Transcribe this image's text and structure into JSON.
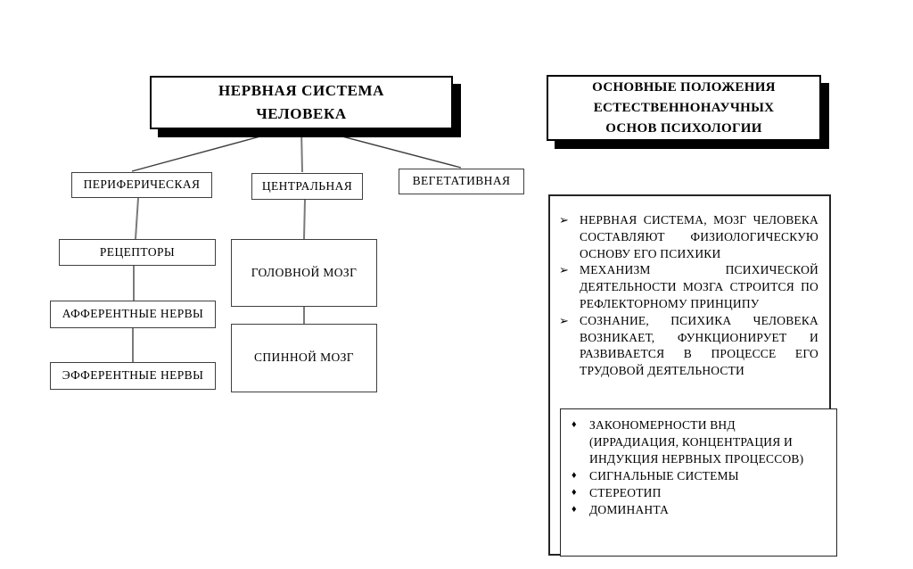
{
  "org_chart": {
    "root": {
      "line1": "НЕРВНАЯ СИСТЕМА",
      "line2": "ЧЕЛОВЕКА"
    },
    "branches": [
      {
        "label": "ПЕРИФЕРИЧЕСКАЯ"
      },
      {
        "label": "ЦЕНТРАЛЬНАЯ"
      },
      {
        "label": "ВЕГЕТАТИВНАЯ"
      }
    ],
    "peripheral_children": [
      {
        "label": "РЕЦЕПТОРЫ"
      },
      {
        "label": "АФФЕРЕНТНЫЕ НЕРВЫ"
      },
      {
        "label": "ЭФФЕРЕНТНЫЕ НЕРВЫ"
      }
    ],
    "central_children": [
      {
        "label": "ГОЛОВНОЙ МОЗГ"
      },
      {
        "label": "СПИННОЙ МОЗГ"
      }
    ]
  },
  "right_panel": {
    "title": {
      "line1": "ОСНОВНЫЕ ПОЛОЖЕНИЯ",
      "line2": "ЕСТЕСТВЕННОНАУЧНЫХ",
      "line3": "ОСНОВ ПСИХОЛОГИИ"
    },
    "arrow_bullet": "➢",
    "diamond_bullet": "♦",
    "statements": [
      "НЕРВНАЯ СИСТЕМА, МОЗГ ЧЕЛОВЕКА СОСТАВЛЯЮТ ФИЗИОЛОГИЧЕСКУЮ ОСНОВУ ЕГО ПСИХИКИ",
      "МЕХАНИЗМ ПСИХИЧЕСКОЙ ДЕЯТЕЛЬНОСТИ МОЗГА СТРОИТСЯ ПО РЕФЛЕКТОРНОМУ ПРИНЦИПУ",
      "СОЗНАНИЕ, ПСИХИКА ЧЕЛОВЕКА ВОЗНИКАЕТ, ФУНКЦИОНИРУЕТ И РАЗВИВАЕТСЯ В ПРОЦЕССЕ ЕГО ТРУДОВОЙ ДЕЯТЕЛЬНОСТИ"
    ],
    "concepts": [
      "ЗАКОНОМЕРНОСТИ ВНД (ИРРАДИАЦИЯ, КОНЦЕНТРАЦИЯ И ИНДУКЦИЯ НЕРВНЫХ ПРОЦЕССОВ)",
      "СИГНАЛЬНЫЕ СИСТЕМЫ",
      "СТЕРЕОТИП",
      "ДОМИНАНТА"
    ]
  },
  "colors": {
    "box_border": "#3f3f3f",
    "title_border": "#000000",
    "shadow": "#000000",
    "connector_vertical": "#7a7a7a",
    "connector_diagonal": "#3d3d3d",
    "background": "#ffffff"
  }
}
